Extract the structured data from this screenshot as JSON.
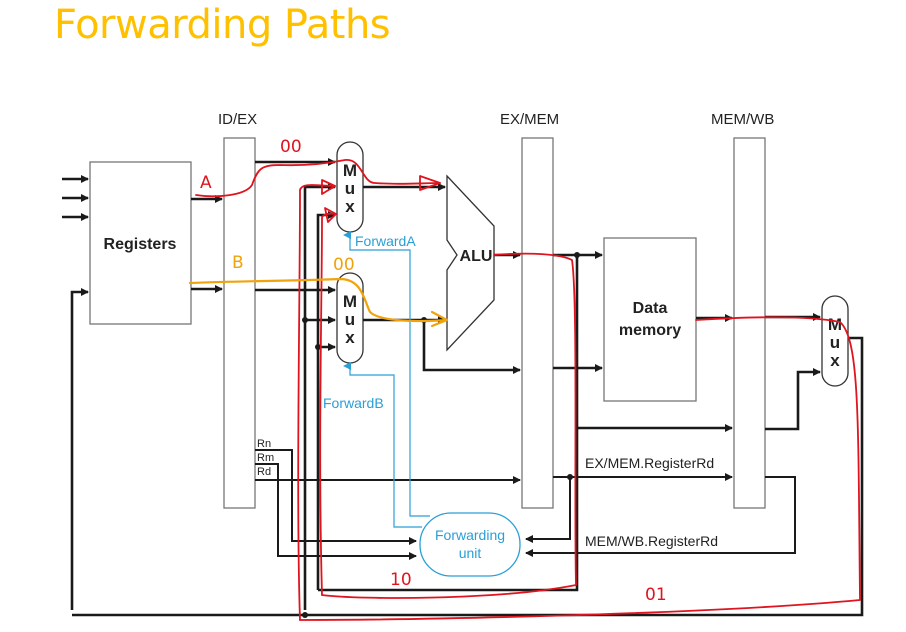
{
  "title": "Forwarding Paths",
  "colors": {
    "title": "#FFC000",
    "control_signal": "#2a9fd6",
    "annotation_red": "#e0141e",
    "annotation_orange": "#f0a30a"
  },
  "pipeline_registers": {
    "id_ex": "ID/EX",
    "ex_mem": "EX/MEM",
    "mem_wb": "MEM/WB"
  },
  "blocks": {
    "registers": "Registers",
    "alu": "ALU",
    "data_memory_line1": "Data",
    "data_memory_line2": "memory",
    "forwarding_unit_line1": "Forwarding",
    "forwarding_unit_line2": "unit"
  },
  "mux_letters": [
    "M",
    "u",
    "x"
  ],
  "control_signals": {
    "forward_a": "ForwardA",
    "forward_b": "ForwardB"
  },
  "register_fields": {
    "rn": "Rn",
    "rm": "Rm",
    "rd": "Rd"
  },
  "signal_labels": {
    "ex_mem_register_rd": "EX/MEM.RegisterRd",
    "mem_wb_register_rd": "MEM/WB.RegisterRd"
  },
  "annotations": {
    "path_a": "A",
    "path_b": "B",
    "forward_a_code": "00",
    "forward_b_code": "00",
    "ex_mem_code": "10",
    "mem_wb_code": "01"
  }
}
